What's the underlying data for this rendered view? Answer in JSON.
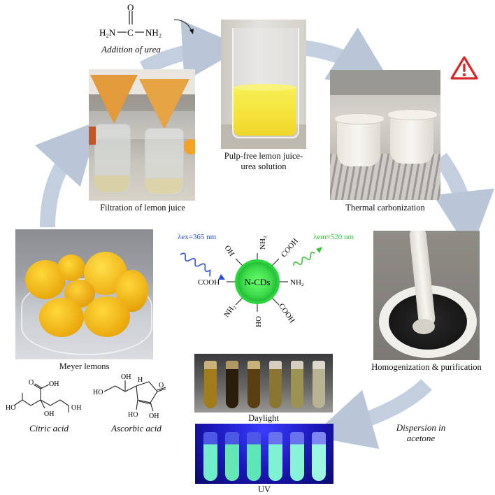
{
  "captions": {
    "addition_of_urea": "Addition of urea",
    "pulp_free": "Pulp-free lemon juice-urea solution",
    "thermal": "Thermal carbonization",
    "filtration": "Filtration of lemon juice",
    "homogenization": "Homogenization & purification",
    "meyer": "Meyer lemons",
    "dispersion": "Dispersion in acetone",
    "daylight": "Daylight",
    "uv": "UV",
    "citric": "Citric acid",
    "ascorbic": "Ascorbic acid"
  },
  "center": {
    "core_label": "N-CDs",
    "excitation": "λex=365 nm",
    "emission": "λem≈520 nm",
    "groups": [
      "NH₂",
      "COOH",
      "NH₂",
      "COOH",
      "OH",
      "NH₂",
      "COOH",
      "OH"
    ]
  },
  "urea": {
    "c": "C",
    "o": "O",
    "nh2_left": "H₂N",
    "nh2_right": "NH₂"
  },
  "citric_labels": {
    "ho": "HO",
    "oh1": "OH",
    "oh2": "OH",
    "oh3": "OH",
    "o": "O"
  },
  "ascorbic_labels": {
    "oh_top": "OH",
    "ho_left": "HO",
    "ho_bot": "HO",
    "oh_bot": "OH",
    "o": "O",
    "h": "H"
  },
  "colors": {
    "arrow": "#b9c6d8",
    "ncd_green": "#39d94a",
    "excitation_blue": "#2a4fd6",
    "emission_green": "#3cc43c",
    "warning_red": "#d8262a"
  },
  "icons": {
    "warning": "warning-triangle-icon"
  }
}
